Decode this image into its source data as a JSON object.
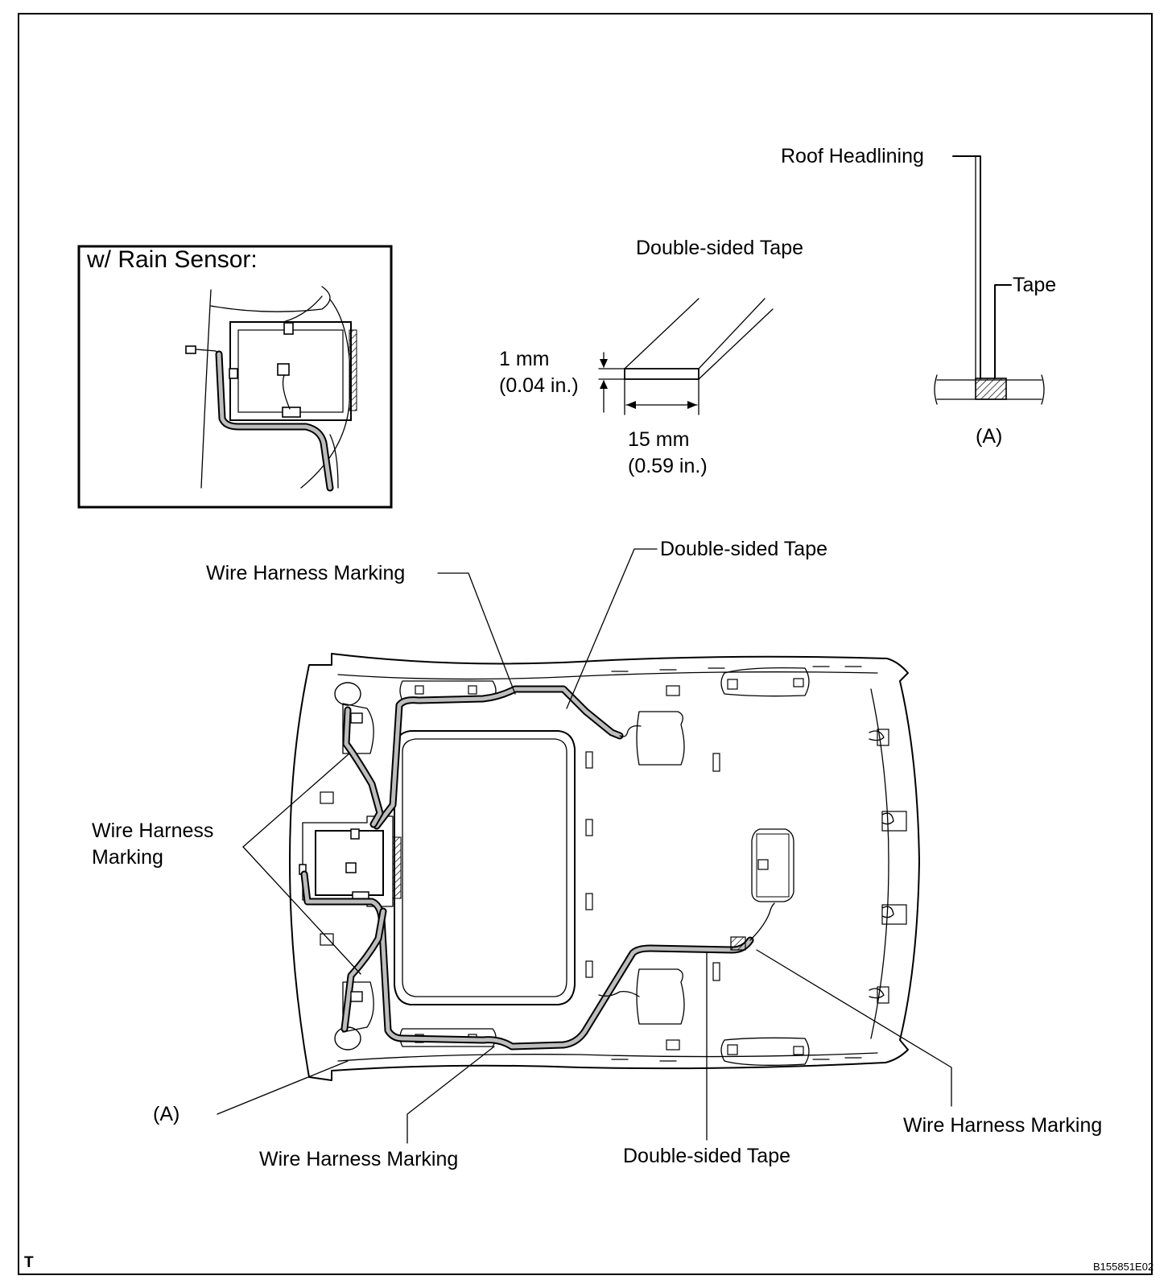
{
  "inset": {
    "title": "w/ Rain Sensor:"
  },
  "tape_detail": {
    "title": "Double-sided Tape",
    "thickness": "1 mm\n(0.04 in.)",
    "width": "15 mm\n(0.59 in.)"
  },
  "section_a": {
    "roof_headlining": "Roof Headlining",
    "tape": "Tape",
    "caption": "(A)"
  },
  "callouts": {
    "wire_harness_marking_top": "Wire Harness Marking",
    "double_sided_tape_top": "Double-sided Tape",
    "wire_harness_marking_left": "Wire Harness\nMarking",
    "a_marker": "(A)",
    "wire_harness_marking_bottom": "Wire Harness Marking",
    "double_sided_tape_bottom": "Double-sided Tape",
    "wire_harness_marking_right": "Wire Harness Marking"
  },
  "footer": {
    "corner_mark": "T",
    "figure_code": "B155851E02"
  }
}
